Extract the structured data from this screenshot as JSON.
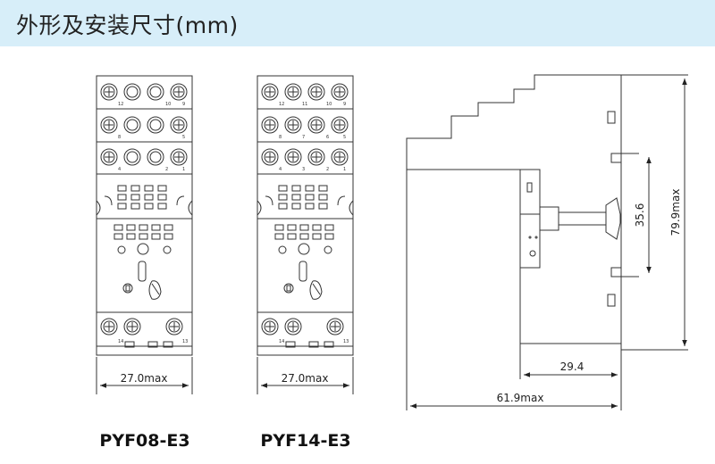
{
  "header": {
    "title": "外形及安装尺寸(mm)"
  },
  "left_socket": {
    "model": "PYF08-E3",
    "width_label": "27.0max",
    "row1_numbers": [
      "12",
      "",
      "10",
      "9"
    ],
    "row2_numbers": [
      "8",
      "",
      "",
      "5"
    ],
    "row3_numbers": [
      "4",
      "",
      "2",
      "1"
    ],
    "bottom_numbers": [
      "14",
      "13"
    ]
  },
  "right_socket": {
    "model": "PYF14-E3",
    "width_label": "27.0max",
    "row1_numbers": [
      "12",
      "11",
      "10",
      "9"
    ],
    "row2_numbers": [
      "8",
      "7",
      "6",
      "5"
    ],
    "row3_numbers": [
      "4",
      "3",
      "2",
      "1"
    ],
    "bottom_numbers": [
      "14",
      "13"
    ]
  },
  "side_view": {
    "height_label": "79.9max",
    "rail_label": "35.6",
    "depth_label": "29.4",
    "total_depth_label": "61.9max"
  }
}
